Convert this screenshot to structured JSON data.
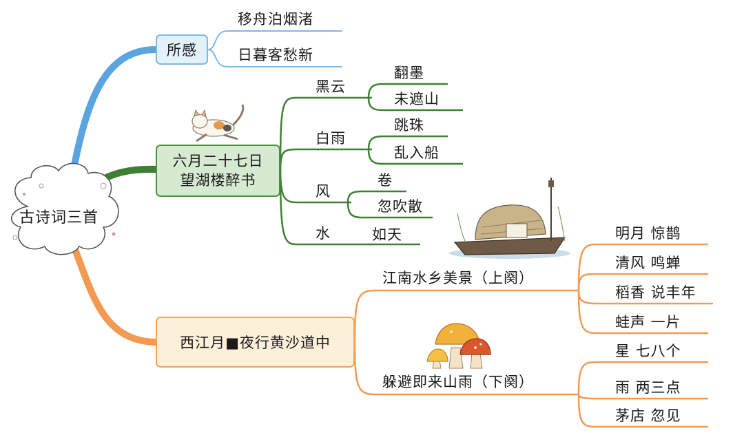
{
  "center": {
    "title": "古诗词三首"
  },
  "poem1": {
    "node": "所感",
    "leaves": [
      "移舟泊烟渚",
      "日暮客愁新"
    ]
  },
  "poem2": {
    "node_line1": "六月二十七日",
    "node_line2": "望湖楼醉书",
    "branches": [
      {
        "label": "黑云",
        "leaves": [
          "翻墨",
          "未遮山"
        ]
      },
      {
        "label": "白雨",
        "leaves": [
          "跳珠",
          "乱入船"
        ]
      },
      {
        "label": "风",
        "leaves": [
          "卷",
          "忽吹散"
        ]
      },
      {
        "label": "水",
        "leaves": [
          "如天"
        ]
      }
    ]
  },
  "poem3": {
    "node": "西江月■夜行黄沙道中",
    "branches": [
      {
        "label": "江南水乡美景（上阕）",
        "leaves": [
          "明月 惊鹊",
          "清风 鸣蝉",
          "稻香 说丰年",
          "蛙声 一片"
        ]
      },
      {
        "label": "躲避即来山雨（下阕）",
        "leaves": [
          "星 七八个",
          "雨 两三点",
          "茅店 忽见"
        ]
      }
    ]
  },
  "colors": {
    "blue": "#5aa4e0",
    "green": "#3f7f34",
    "orange": "#f29a52"
  },
  "illustrations": [
    "cat",
    "boat",
    "mushrooms"
  ]
}
